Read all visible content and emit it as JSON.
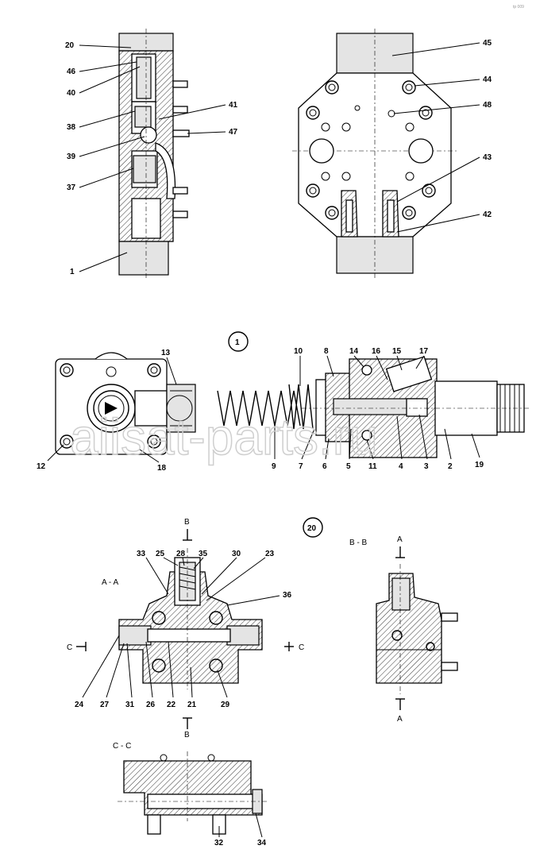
{
  "watermark": "aiisat-parts.ru",
  "corner_mark": "tp 009",
  "view1": {
    "labels": [
      "20",
      "46",
      "40",
      "38",
      "39",
      "37",
      "1",
      "41",
      "47"
    ]
  },
  "view2": {
    "labels": [
      "45",
      "44",
      "48",
      "43",
      "42"
    ]
  },
  "assembly1": {
    "circle_label": "1",
    "labels": [
      "13",
      "12",
      "18",
      "10",
      "8",
      "14",
      "16",
      "15",
      "17",
      "9",
      "7",
      "6",
      "5",
      "11",
      "4",
      "3",
      "2",
      "19"
    ]
  },
  "assembly20": {
    "circle_label": "20",
    "section_aa": "A - A",
    "section_bb": "B - B",
    "section_cc": "C - C",
    "marker_a": "A",
    "marker_b": "B",
    "marker_c": "C",
    "labels": [
      "33",
      "25",
      "28",
      "35",
      "30",
      "23",
      "36",
      "24",
      "27",
      "31",
      "26",
      "22",
      "21",
      "29",
      "32",
      "34"
    ]
  }
}
